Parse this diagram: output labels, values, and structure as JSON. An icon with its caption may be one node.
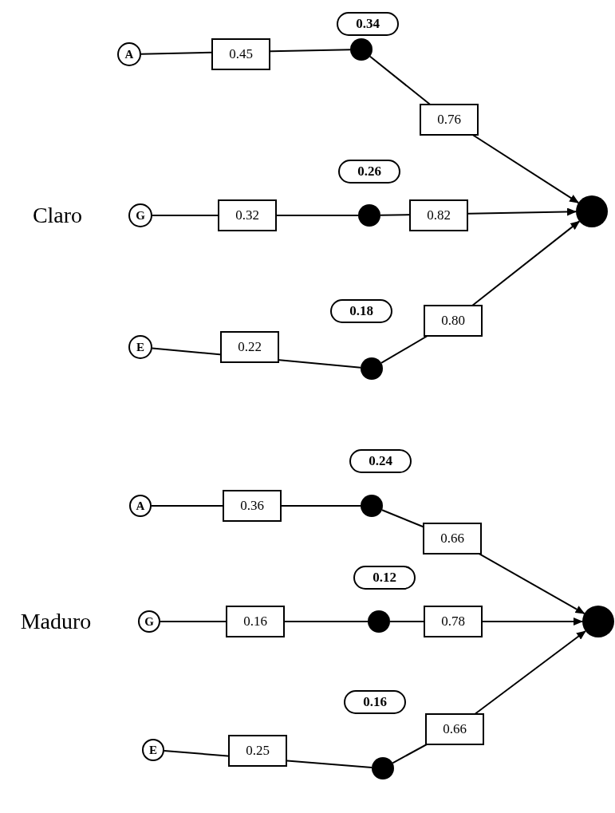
{
  "diagram": {
    "nodes": [
      {
        "text": [
          "0.34"
        ]
      },
      {
        "text": [
          "A"
        ]
      },
      {
        "text": [],
        "shape": "circle"
      },
      {
        "text": [
          "0.26"
        ]
      },
      {
        "text": [
          "G"
        ]
      },
      {
        "text": [],
        "shape": "circle"
      },
      {
        "text": [
          "0.18"
        ]
      },
      {
        "text": [
          "E"
        ]
      },
      {
        "text": [],
        "shape": "circle"
      },
      {
        "text": [],
        "shape": "circle"
      },
      {
        "text": [
          "0.24"
        ]
      },
      {
        "text": [
          "A"
        ]
      },
      {
        "text": [],
        "shape": "circle"
      },
      {
        "text": [
          "0.12"
        ]
      },
      {
        "text": [
          "G"
        ]
      },
      {
        "text": [],
        "shape": "circle"
      },
      {
        "text": [
          "0.16"
        ]
      },
      {
        "text": [
          "E"
        ]
      },
      {
        "text": [],
        "shape": "circle"
      },
      {
        "text": [],
        "shape": "circle"
      }
    ],
    "edges": [
      {
        "from": 1,
        "to": 2,
        "arrow": "none",
        "label": "0.45"
      },
      {
        "from": 2,
        "to": 9,
        "arrow": "to",
        "label": "0.76"
      },
      {
        "from": 4,
        "to": 5,
        "arrow": "none",
        "label": "0.32"
      },
      {
        "from": 5,
        "to": 9,
        "arrow": "to",
        "label": "0.82"
      },
      {
        "from": 7,
        "to": 8,
        "arrow": "none",
        "label": "0.22"
      },
      {
        "from": 8,
        "to": 9,
        "arrow": "to",
        "label": "0.80"
      },
      {
        "from": 11,
        "to": 12,
        "arrow": "none",
        "label": "0.36"
      },
      {
        "from": 12,
        "to": 19,
        "arrow": "to",
        "label": "0.66"
      },
      {
        "from": 14,
        "to": 15,
        "arrow": "none",
        "label": "0.16"
      },
      {
        "from": 15,
        "to": 19,
        "arrow": "to",
        "label": "0.78"
      },
      {
        "from": 17,
        "to": 18,
        "arrow": "none",
        "label": "0.25"
      },
      {
        "from": 18,
        "to": 19,
        "arrow": "to",
        "label": "0.66"
      }
    ],
    "labels": [
      "Claro",
      "Maduro"
    ]
  }
}
